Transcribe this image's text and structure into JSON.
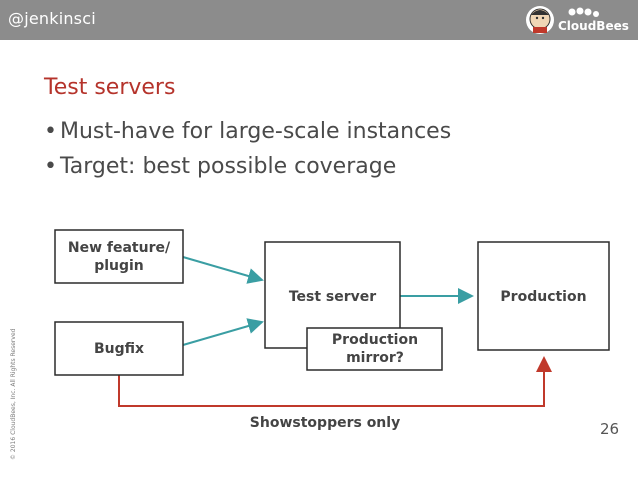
{
  "header": {
    "handle": "@jenkinsci",
    "brand": "CloudBees"
  },
  "slide": {
    "title": "Test servers",
    "bullets": [
      "Must-have for large-scale instances",
      "Target: best possible coverage"
    ],
    "page_number": "26",
    "copyright": "© 2016 CloudBees, Inc.  All Rights Reserved"
  },
  "diagram": {
    "nodes": {
      "new_feature": "New feature/ plugin",
      "bugfix": "Bugfix",
      "test_server": "Test server",
      "production": "Production",
      "production_mirror": "Production mirror?"
    },
    "edge_label": "Showstoppers only"
  },
  "colors": {
    "header_bg": "#8c8c8c",
    "title": "#b5332b",
    "arrow_teal": "#3a9ea3",
    "arrow_red": "#c0392b",
    "box_border": "#2b2b2b"
  },
  "icons": [
    "jenkins-logo-icon",
    "cloudbees-logo-icon"
  ]
}
